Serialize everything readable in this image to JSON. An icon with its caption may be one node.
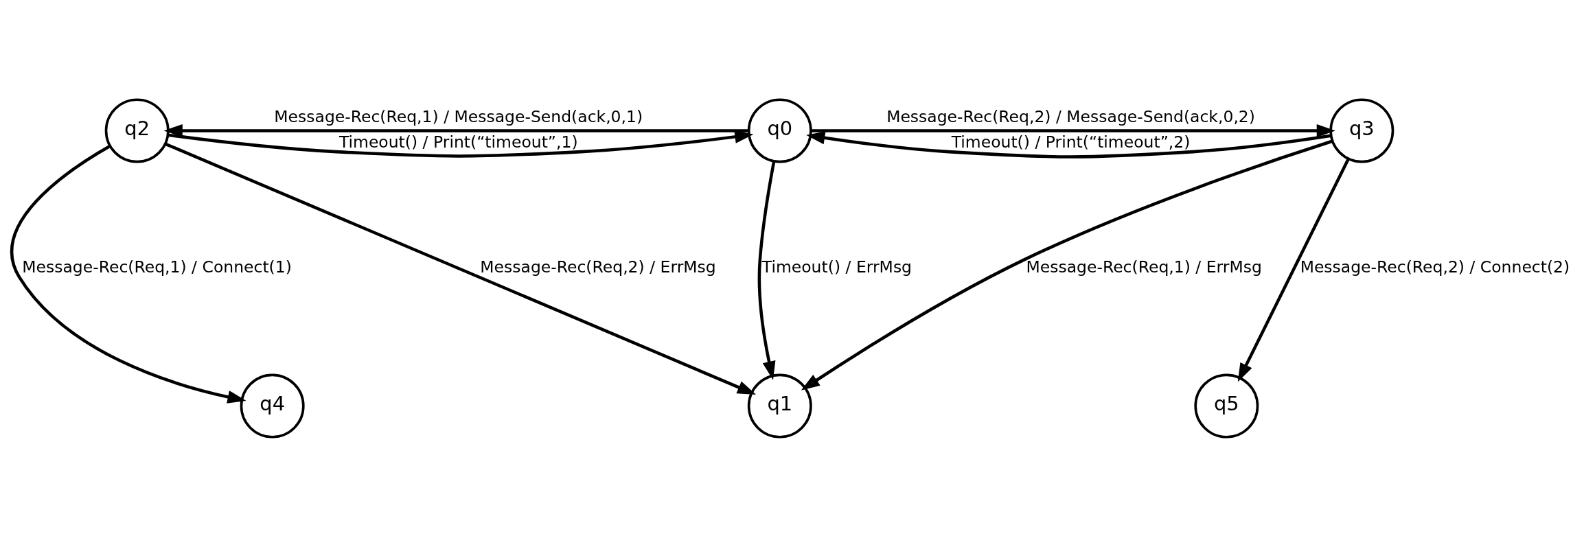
{
  "diagram": {
    "nodes": [
      {
        "text": [
          "q2"
        ]
      },
      {
        "text": [
          "q0"
        ]
      },
      {
        "text": [
          "q3"
        ]
      },
      {
        "text": [
          "q4"
        ]
      },
      {
        "text": [
          "q1"
        ]
      },
      {
        "text": [
          "q5"
        ]
      }
    ],
    "edges": [
      {
        "from": 1,
        "to": 0,
        "arrow": "to",
        "label": "Message-Rec(Req,1) / Message-Send(ack,0,1)"
      },
      {
        "from": 1,
        "to": 2,
        "arrow": "to",
        "label": "Message-Rec(Req,2) / Message-Send(ack,0,2)"
      },
      {
        "from": 0,
        "to": 1,
        "arrow": "to",
        "label": "Timeout() / Print(“timeout”,1)"
      },
      {
        "from": 2,
        "to": 1,
        "arrow": "to",
        "label": "Timeout() / Print(“timeout”,2)"
      },
      {
        "from": 1,
        "to": 4,
        "arrow": "to",
        "label": "Timeout() / ErrMsg"
      },
      {
        "from": 0,
        "to": 3,
        "arrow": "to",
        "label": "Message-Rec(Req,1) / Connect(1)"
      },
      {
        "from": 0,
        "to": 4,
        "arrow": "to",
        "label": "Message-Rec(Req,2) / ErrMsg"
      },
      {
        "from": 2,
        "to": 4,
        "arrow": "to",
        "label": "Message-Rec(Req,1) / ErrMsg"
      },
      {
        "from": 2,
        "to": 5,
        "arrow": "to",
        "label": "Message-Rec(Req,2) / Connect(2)"
      }
    ]
  }
}
